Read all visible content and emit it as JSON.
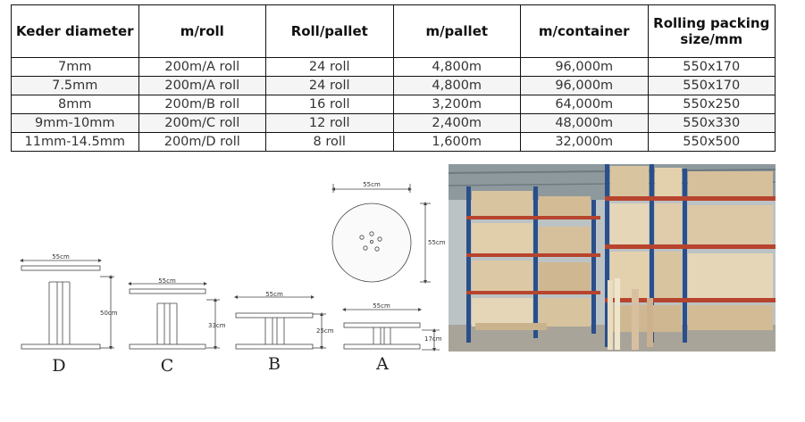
{
  "table": {
    "headers": [
      "Keder diameter",
      "m/roll",
      "Roll/pallet",
      "m/pallet",
      "m/container",
      "Rolling packing size/mm"
    ],
    "rows": [
      [
        "7mm",
        "200m/A roll",
        "24 roll",
        "4,800m",
        "96,000m",
        "550x170"
      ],
      [
        "7.5mm",
        "200m/A roll",
        "24 roll",
        "4,800m",
        "96,000m",
        "550x170"
      ],
      [
        "8mm",
        "200m/B roll",
        "16 roll",
        "3,200m",
        "64,000m",
        "550x250"
      ],
      [
        "9mm-10mm",
        "200m/C roll",
        "12 roll",
        "2,400m",
        "48,000m",
        "550x330"
      ],
      [
        "11mm-14.5mm",
        "200m/D roll",
        "8 roll",
        "1,600m",
        "32,000m",
        "550x500"
      ]
    ]
  },
  "drawings": {
    "top_view": {
      "width_label": "55cm",
      "height_label": "55cm"
    },
    "spools": [
      {
        "letter": "D",
        "width_label": "55cm",
        "height_label": "50cm"
      },
      {
        "letter": "C",
        "width_label": "55cm",
        "height_label": "33cm"
      },
      {
        "letter": "B",
        "width_label": "55cm",
        "height_label": "25cm"
      },
      {
        "letter": "A",
        "width_label": "55cm",
        "height_label": "17cm"
      }
    ]
  },
  "photo": {
    "subject": "warehouse pallet racking with rolls"
  }
}
